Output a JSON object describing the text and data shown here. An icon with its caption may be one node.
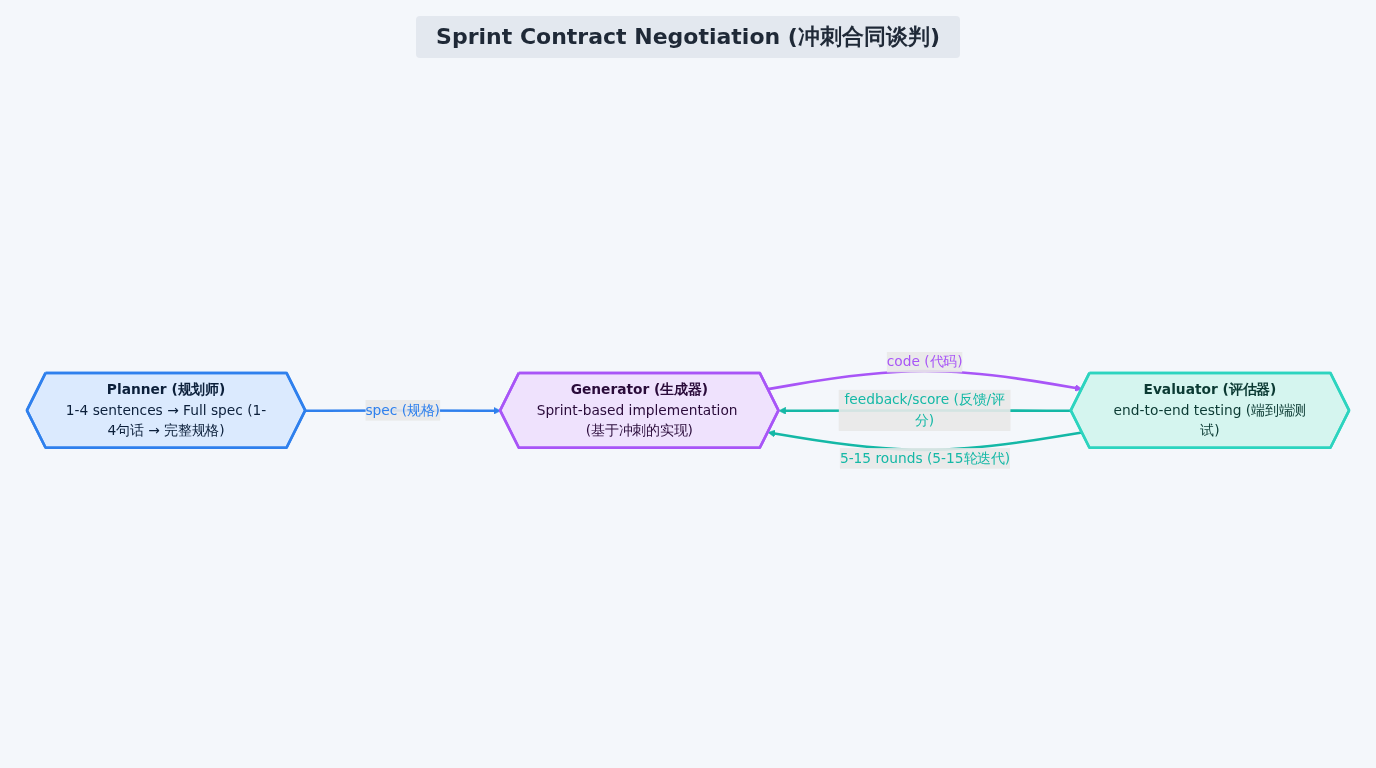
{
  "diagram": {
    "nodes": [
      {
        "text": [
          "Planner (规划师)",
          "1-4 sentences → Full spec (1-4句话 → 完整规格)"
        ]
      },
      {
        "text": [
          "Generator (生成器)",
          "Sprint-based implementation (基于冲刺的实现)"
        ]
      },
      {
        "text": [
          "Evaluator (评估器)",
          "end-to-end testing (端到端测试)"
        ]
      }
    ],
    "edges": [
      {
        "from": 0,
        "to": 1,
        "arrow": "to",
        "label": "spec (规格)",
        "color": "#2f80ed"
      },
      {
        "from": 1,
        "to": 2,
        "arrow": "to",
        "label": "code (代码)",
        "color": "#a855f7"
      },
      {
        "from": 2,
        "to": 1,
        "arrow": "to",
        "label": "feedback/score (反馈/评分)"
      },
      {
        "from": 2,
        "to": 1,
        "arrow": "to",
        "label": "5-15 rounds (5-15轮迭代)"
      }
    ],
    "labels": [
      "Sprint Contract Negotiation (冲刺合同谈判)"
    ]
  }
}
